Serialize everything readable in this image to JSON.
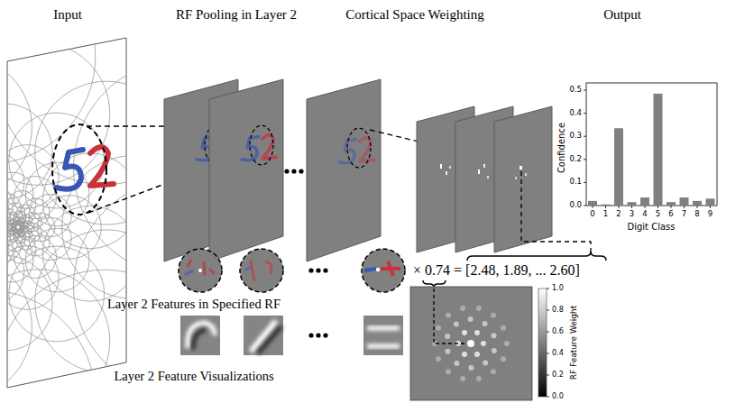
{
  "diagram": {
    "labels": [
      "Input",
      "RF Pooling in Layer 2",
      "Cortical Space Weighting",
      "Output",
      "0.5",
      "0.4",
      "0.3",
      "0.2",
      "0.1",
      "0.0",
      "Confidence",
      "0",
      "1",
      "2",
      "3",
      "4",
      "5",
      "6",
      "7",
      "8",
      "9",
      "Digit Class",
      "× 0.74 = [2.48, 1.89, ... 2.60]",
      "Layer 2 Features in Specified RF",
      "Layer 2 Feature Visualizations",
      "1.0",
      "0.8",
      "0.6",
      "0.4",
      "0.2",
      "0.0",
      "RF Feature Weight"
    ]
  }
}
